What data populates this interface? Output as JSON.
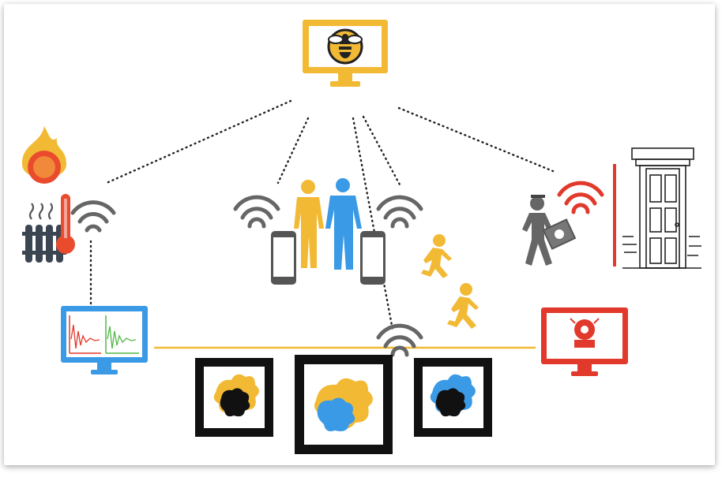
{
  "diagram": {
    "nodes": [
      {
        "id": "hub-monitor",
        "label": "",
        "icon": "bee-logo-monitor-icon",
        "color": "#f2b934"
      },
      {
        "id": "heating",
        "label": "",
        "icon": "radiator-thermometer-icon",
        "color": "#e94b2c"
      },
      {
        "id": "fire",
        "label": "",
        "icon": "flame-icon",
        "color": "#f2b934"
      },
      {
        "id": "people",
        "label": "",
        "icon": "adults-icon",
        "color": "#f2b934"
      },
      {
        "id": "phones",
        "label": "",
        "icon": "smartphone-icon",
        "color": "#555555"
      },
      {
        "id": "children",
        "label": "",
        "icon": "running-children-icon",
        "color": "#f2b934"
      },
      {
        "id": "courier",
        "label": "",
        "icon": "delivery-person-icon",
        "color": "#666666"
      },
      {
        "id": "door",
        "label": "",
        "icon": "door-sketch-icon",
        "color": "#222222"
      },
      {
        "id": "left-monitor",
        "label": "",
        "icon": "signal-chart-monitor-icon",
        "color": "#3a9ae6"
      },
      {
        "id": "right-monitor",
        "label": "",
        "icon": "alarm-bell-monitor-icon",
        "color": "#e1392b"
      },
      {
        "id": "art",
        "label": "",
        "icon": "framed-paint-splatter-icon",
        "color": "#111111"
      }
    ],
    "colors": {
      "yellow": "#f2b934",
      "blue": "#3a9ae6",
      "red": "#e1392b",
      "gray": "#666666",
      "dark": "#222222",
      "green": "#52b848"
    }
  }
}
